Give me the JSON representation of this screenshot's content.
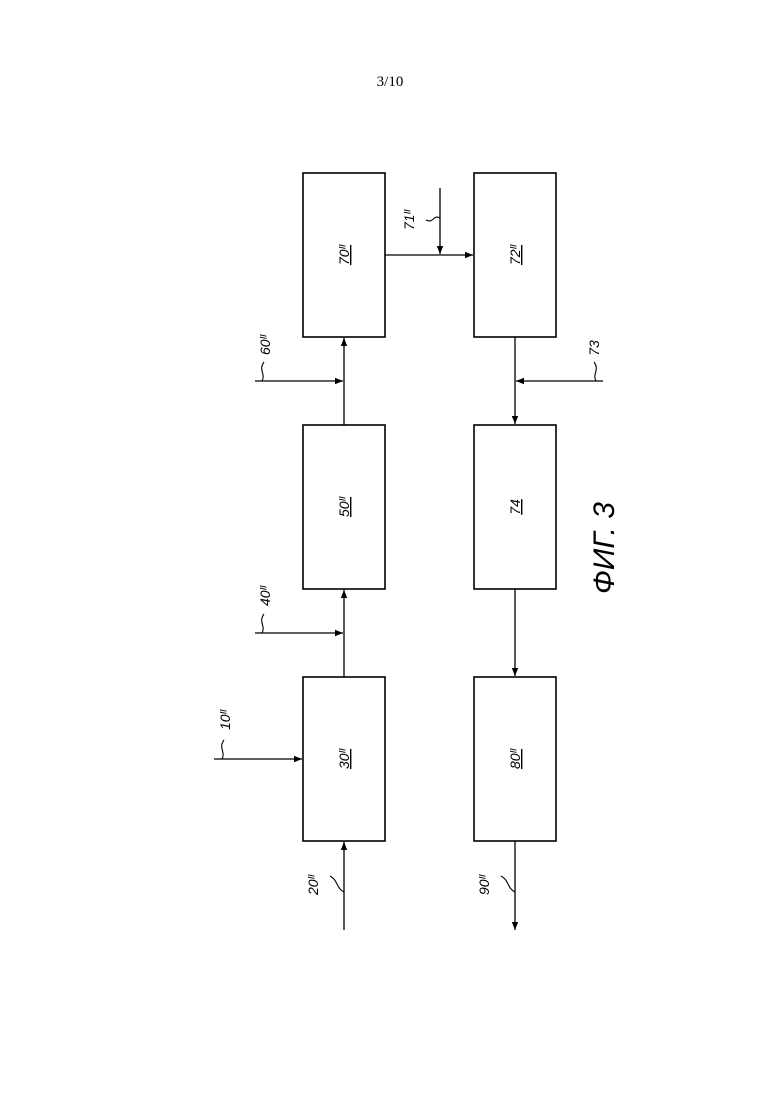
{
  "page_number": "3/10",
  "figure_caption": "ФИГ. 3",
  "blocks": {
    "b30": "30ᴵᴵ",
    "b50": "50ᴵᴵ",
    "b70": "70ᴵᴵ",
    "b72": "72ᴵᴵ",
    "b74": "74",
    "b80": "80ᴵᴵ"
  },
  "streams": {
    "s10": "10ᴵᴵ",
    "s20": "20ᴵᴵ",
    "s40": "40ᴵᴵ",
    "s60": "60ᴵᴵ",
    "s71": "71ᴵᴵ",
    "s73": "73",
    "s90": "90ᴵᴵ"
  }
}
